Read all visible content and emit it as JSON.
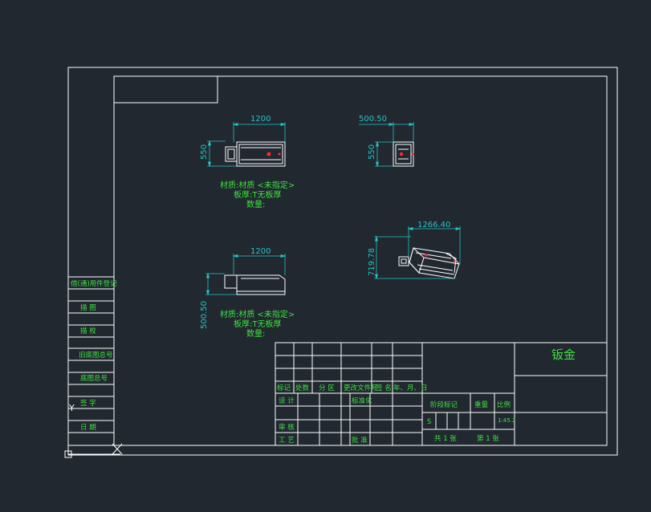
{
  "canvas": {
    "background": "#212830",
    "frame_color": "#ffffff",
    "dim_color": "#27c4c4",
    "note_color": "#3ee03e",
    "part_color": "#ffffff",
    "mark_color": "#ff2a2a"
  },
  "views": {
    "front": {
      "dim_width": "1200",
      "dim_height": "550"
    },
    "right": {
      "dim_width": "500.50",
      "dim_height": "550"
    },
    "bottom": {
      "dim_width": "1200",
      "dim_height": "500.50"
    },
    "iso": {
      "dim_width": "1266.40",
      "dim_height": "719.78"
    }
  },
  "notes": {
    "upper": {
      "material": "材质:材质 <未指定>",
      "thickness": "板厚:T无板厚",
      "quantity": "数量:"
    },
    "lower": {
      "material": "材质:材质 <未指定>",
      "thickness": "板厚:T无板厚",
      "quantity": "数量:"
    }
  },
  "side_strip": [
    "借(通)用件登记",
    "描  图",
    "描  校",
    "旧底图总号",
    "底图总号",
    "签  字",
    "日  期"
  ],
  "title_block": {
    "part_name": "钣金",
    "header_row": [
      "标记",
      "处数",
      "分 区",
      "更改文件号",
      "签 名",
      "年、月、日"
    ],
    "row_design": "设 计",
    "row_std": "标准化",
    "row_review": "审 核",
    "row_process": "工 艺",
    "row_approve": "批 准",
    "stage_mark": "阶段标记",
    "weight": "重量",
    "scale_label": "比例",
    "scale_value": "1:45.2",
    "stage_s": "S",
    "sheets_total": "共 1 张",
    "sheet_no": "第 1 张"
  },
  "ucs": {
    "y_label": "Y"
  }
}
